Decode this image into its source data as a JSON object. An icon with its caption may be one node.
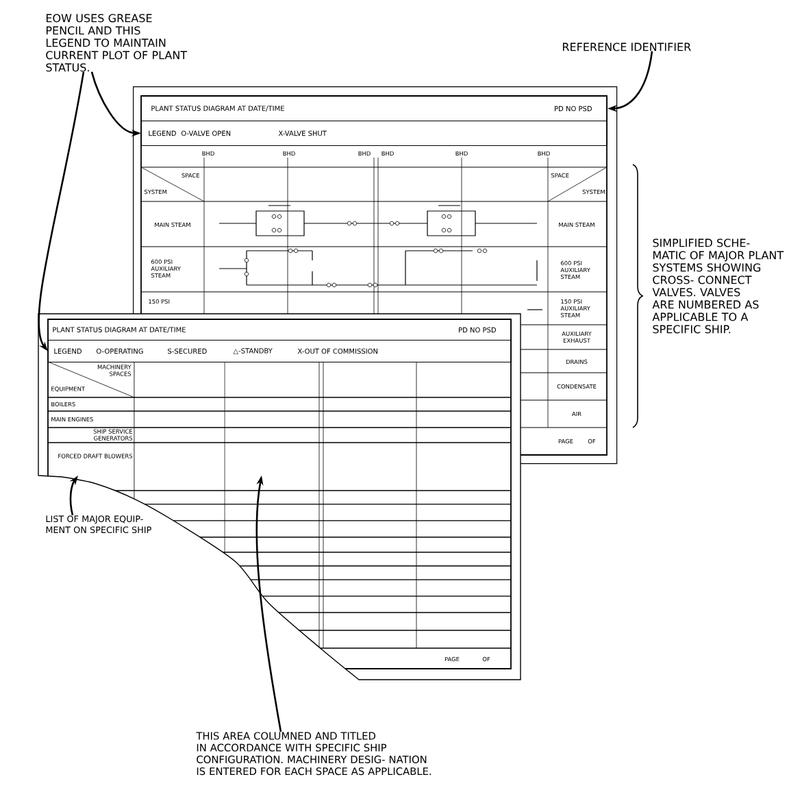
{
  "diagram": {
    "nodes": [
      {
        "text": [
          "EOW USES GREASE PENCIL AND THIS LEGEND TO MAINTAIN CURRENT PLOT OF PLANT STATUS."
        ]
      },
      {
        "text": [
          "REFERENCE IDENTIFIER"
        ]
      },
      {
        "text": [],
        "shape": "box"
      },
      {
        "text": [
          "PLANT STATUS DIAGRAM AT DATE/TIME",
          "PD NO PSD"
        ],
        "in": 2
      },
      {
        "text": [
          "LEGEND",
          "O-VALVE OPEN",
          "X-VALVE SHUT"
        ],
        "in": 2
      },
      {
        "text": [],
        "shape": "box"
      },
      {
        "text": [
          "PLANT STATUS DIAGRAM AT DATE/TIME",
          "PD NO PSD"
        ],
        "in": 5
      },
      {
        "text": [
          "LEGEND",
          "O-OPERATING",
          "S-SECURED",
          "△-STANDBY",
          "X-OUT OF COMMISSION"
        ],
        "in": 5
      },
      {
        "text": [
          "LIST OF MAJOR EQUIP- MENT ON SPECIFIC SHIP"
        ]
      },
      {
        "text": [
          "THIS AREA COLUMNED AND TITLED IN ACCORDANCE WITH SPECIFIC SHIP CONFIGURATION. MACHINERY DESIG- NATION IS ENTERED FOR EACH SPACE AS APPLICABLE."
        ]
      }
    ],
    "edges": [
      {
        "from": 0,
        "to": 4,
        "arrow": "to"
      },
      {
        "from": 0,
        "to": 7,
        "arrow": "to"
      },
      {
        "from": 1,
        "to": 3,
        "arrow": "to"
      },
      {
        "from": 8,
        "to": 5,
        "arrow": "to"
      },
      {
        "from": 9,
        "to": 5,
        "arrow": "to"
      }
    ],
    "labels": [
      "BHD",
      "BHD",
      "BHD",
      "BHD",
      "BHD",
      "BHD",
      "SPACE",
      "SYSTEM",
      "MAIN STEAM",
      "600 PSI AUXILIARY STEAM",
      "150 PSI",
      "SPACE",
      "SYSTEM",
      "MAIN STEAM",
      "600 PSI AUXILIARY STEAM",
      "150 PSI AUXILIARY STEAM",
      "AUXILIARY EXHAUST",
      "DRAINS",
      "CONDENSATE",
      "AIR",
      "PAGE",
      "OF",
      "SIMPLIFIED SCHE- MATIC OF MAJOR PLANT SYSTEMS SHOWING CROSS- CONNECT VALVES. VALVES ARE NUMBERED AS APPLICABLE TO A SPECIFIC SHIP.",
      "MACHINERY SPACES",
      "EQUIPMENT",
      "BOILERS",
      "MAIN ENGINES",
      "SHIP SERVICE GENERATORS",
      "FORCED DRAFT BLOWERS",
      "PAGE",
      "OF"
    ]
  }
}
